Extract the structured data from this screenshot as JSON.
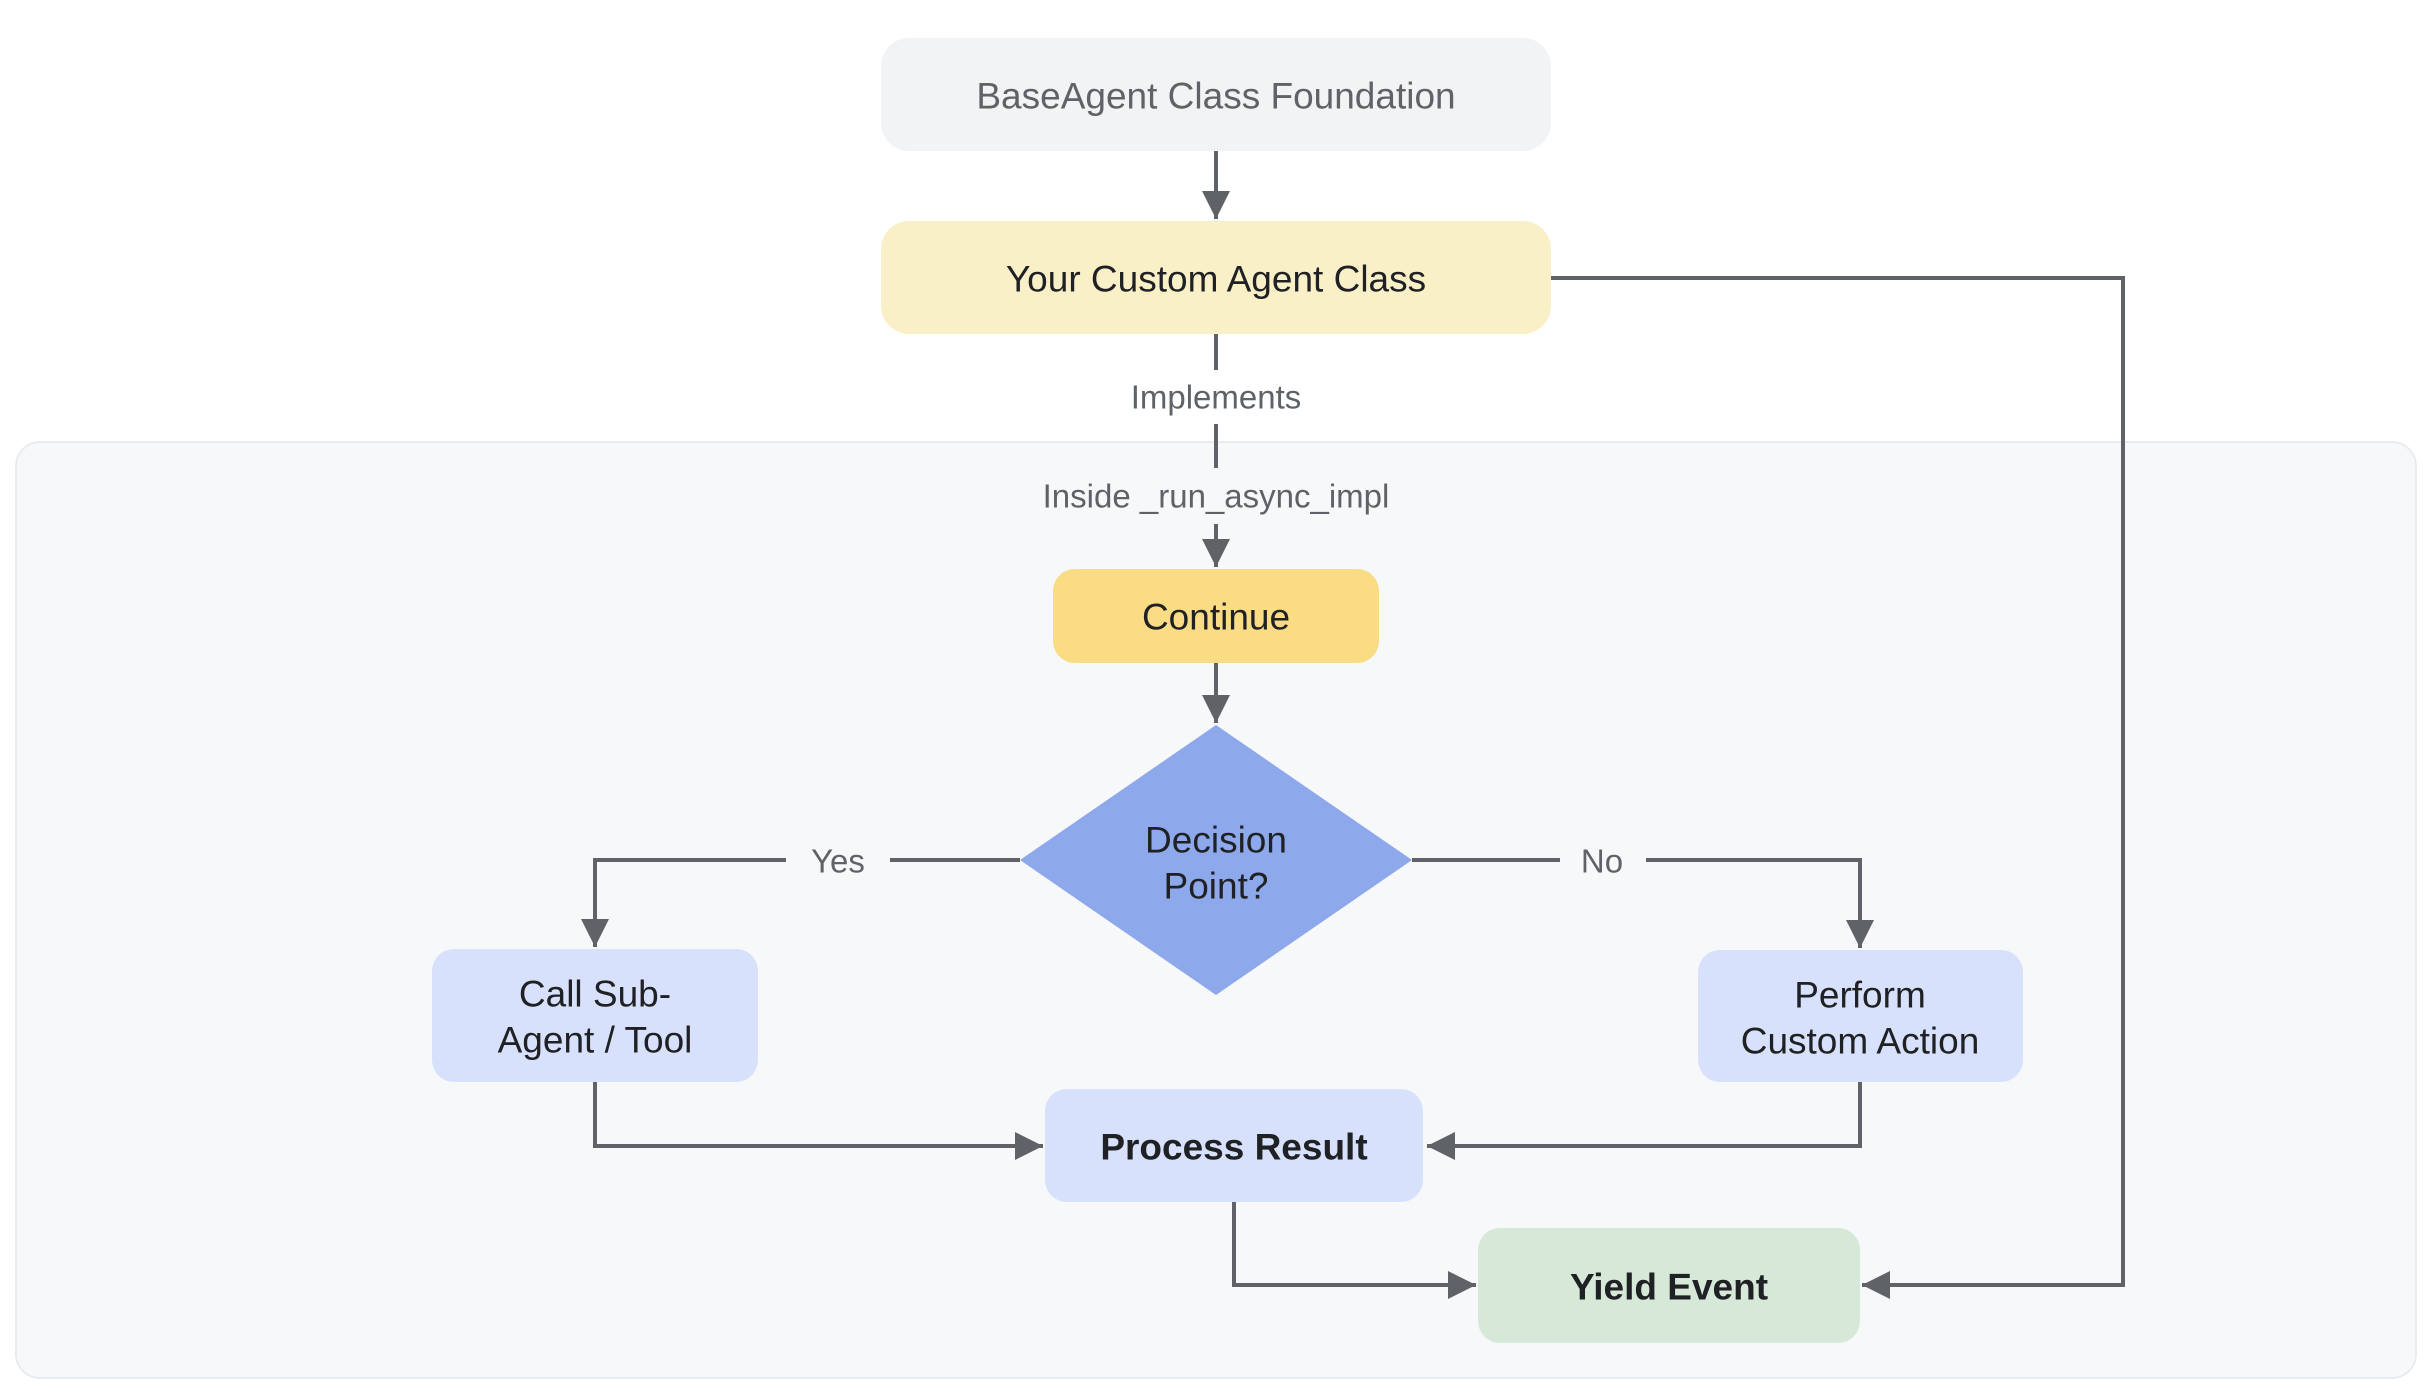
{
  "diagram": {
    "nodes": {
      "foundation": {
        "label": "BaseAgent Class Foundation"
      },
      "custom_agent": {
        "label": "Your Custom Agent Class"
      },
      "continue_step": {
        "label": "Continue"
      },
      "decision": {
        "line1": "Decision",
        "line2": "Point?"
      },
      "call_subagent": {
        "line1": "Call Sub-",
        "line2": "Agent / Tool"
      },
      "perform_action": {
        "line1": "Perform",
        "line2": "Custom Action"
      },
      "process_result": {
        "label": "Process Result"
      },
      "yield_event": {
        "label": "Yield Event"
      }
    },
    "edge_labels": {
      "implements": "Implements",
      "inside_impl": "Inside _run_async_impl",
      "yes": "Yes",
      "no": "No"
    },
    "colors": {
      "canvas_bg": "#ffffff",
      "panel_bg": "#f7f8fa",
      "panel_border": "#e9ecef",
      "node_gray": "#f1f3f4",
      "node_yellow_pale": "#faf0c8",
      "node_yellow": "#fadc85",
      "node_blue": "#8ea8ec",
      "node_blue_light": "#d8e1fb",
      "node_green": "#d6e9d9",
      "line": "#5f6368",
      "text_dark": "#202124",
      "text_gray": "#5f6368"
    }
  }
}
